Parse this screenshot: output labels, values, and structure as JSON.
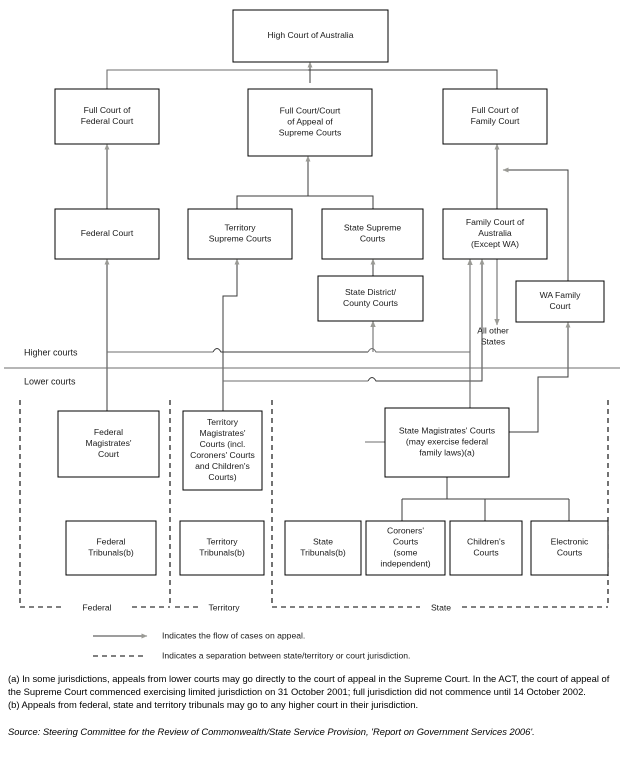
{
  "title": "Australian court system hierarchy",
  "colors": {
    "line": "#3b3b3b",
    "line_grey": "#6e6e6e",
    "box_stroke": "#000000",
    "box_fill": "#ffffff",
    "text": "#1a1a1a"
  },
  "boxes": {
    "high_court": "High Court of Australia",
    "full_court_federal": "Full Court of\nFederal Court",
    "full_court_supreme": "Full Court/Court\nof Appeal of\nSupreme Courts",
    "full_court_family": "Full Court of\nFamily Court",
    "federal_court": "Federal Court",
    "territory_supreme": "Territory\nSupreme Courts",
    "state_supreme": "State Supreme\nCourts",
    "family_court_aus": "Family Court of\nAustralia\n(Except WA)",
    "state_district": "State District/\nCounty Courts",
    "wa_family": "WA Family\nCourt",
    "federal_magistrates": "Federal\nMagistrates'\nCourt",
    "territory_magistrates": "Territory\nMagistrates'\nCourts (incl.\nCoroners' Courts\nand Children's\nCourts)",
    "state_magistrates": "State Magistrates' Courts\n(may exercise federal\nfamily laws)(a)",
    "federal_tribunals": "Federal\nTribunals(b)",
    "territory_tribunals": "Territory\nTribunals(b)",
    "state_tribunals": "State\nTribunals(b)",
    "coroners_courts": "Coroners'\nCourts\n(some\nindependent)",
    "childrens_courts": "Children's\nCourts",
    "electronic_courts": "Electronic\nCourts"
  },
  "tier_labels": {
    "higher": "Higher courts",
    "lower": "Lower courts"
  },
  "annotations": {
    "all_other_states": "All other\nStates"
  },
  "jurisdiction_labels": {
    "federal": "Federal",
    "territory": "Territory",
    "state": "State"
  },
  "legend": [
    {
      "type": "arrow",
      "text": "Indicates the flow of cases on appeal."
    },
    {
      "type": "dashed",
      "text": "Indicates a separation between state/territory or court jurisdiction."
    }
  ],
  "notes": {
    "a": "(a) In some jurisdictions, appeals from lower courts may go directly to the court of appeal in the Supreme Court. In the ACT, the court of appeal of the Supreme Court commenced exercising limited jurisdiction on 31 October 2001; full jurisdiction did not commence until 14 October 2002.",
    "b": "(b) Appeals from federal, state and territory tribunals may go to any higher court in their jurisdiction.",
    "source": "Source: Steering Committee for the Review of Commonwealth/State Service Provision, 'Report on Government Services 2006'."
  }
}
